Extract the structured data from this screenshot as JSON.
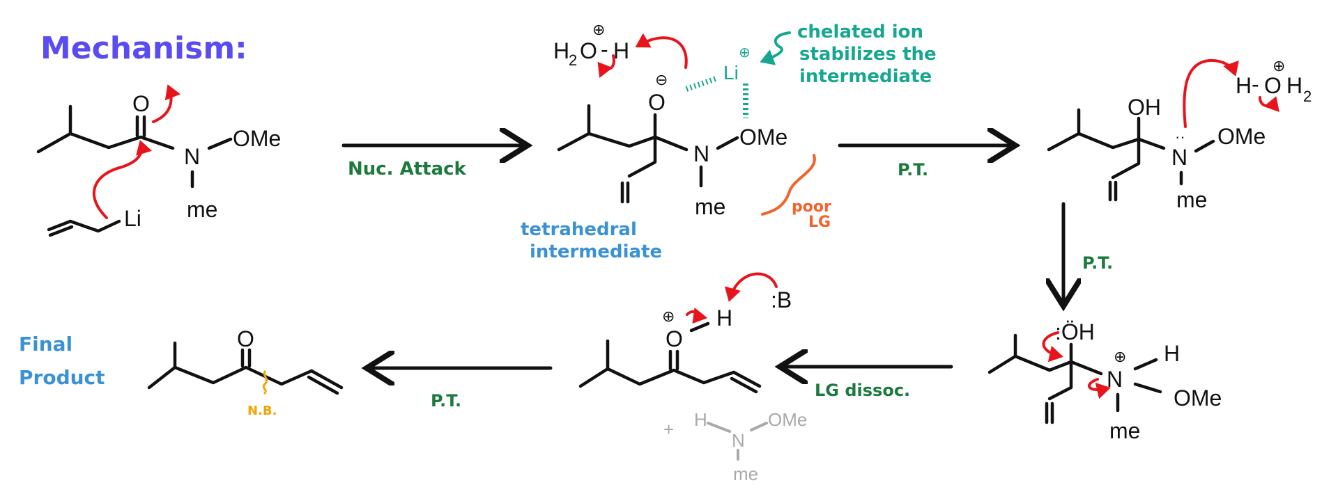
{
  "title": "Mechanism:",
  "colors": {
    "title": "#5a4cf0",
    "step_label": "#1b7a3c",
    "annotation_teal": "#17a68f",
    "annotation_blue": "#3a92d4",
    "annotation_orange": "#f2622a",
    "note_yellow": "#f5a300",
    "curved_arrow": "#e8141c",
    "byproduct": "#aaaaaa"
  },
  "steps": {
    "step1": "Nuc. Attack",
    "step2": "P.T.",
    "step3": "P.T.",
    "step4": "LG dissoc.",
    "step5": "P.T."
  },
  "annotations": {
    "chelate_line1": "chelated ion",
    "chelate_line2": "stabilizes the",
    "chelate_line3": "intermediate",
    "tetra_line1": "tetrahedral",
    "tetra_line2": "intermediate",
    "poor_lg_line1": "poor",
    "poor_lg_line2": "LG",
    "final_line1": "Final",
    "final_line2": "Product",
    "nb": "N.B."
  },
  "atoms": {
    "O": "O",
    "N": "N",
    "OMe": "OMe",
    "Me": "me",
    "Li": "Li",
    "H": "H",
    "sub2": "2",
    "OH": "OH",
    "lone_OH": ":ÖH",
    "plus": "⊕",
    "minus": "⊖",
    "base": ":B",
    "plus_sign": "+",
    "lone_pair": "··",
    "dash": "-"
  }
}
